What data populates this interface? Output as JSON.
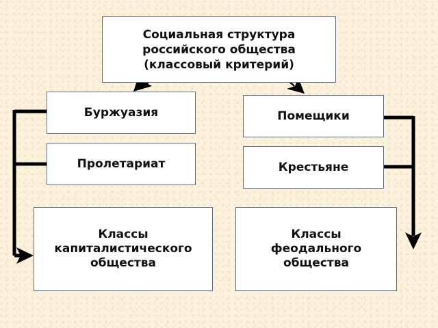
{
  "diagram": {
    "title": "Социальная структура\nроссийского общества\n(классовый критерий)",
    "nodes": {
      "bourgeoisie": "Буржуазия",
      "proletariat": "Пролетариат",
      "landlords": "Помещики",
      "peasants": "Крестьяне",
      "capitalist_classes": "Классы\nкапиталистического\nобщества",
      "feudal_classes": "Классы\nфеодального\nобщества"
    },
    "colors": {
      "background": "#fbf1dc",
      "box_fill": "#ffffff",
      "box_border": "#5b6b8c",
      "connector": "#000000",
      "text": "#111111"
    }
  }
}
